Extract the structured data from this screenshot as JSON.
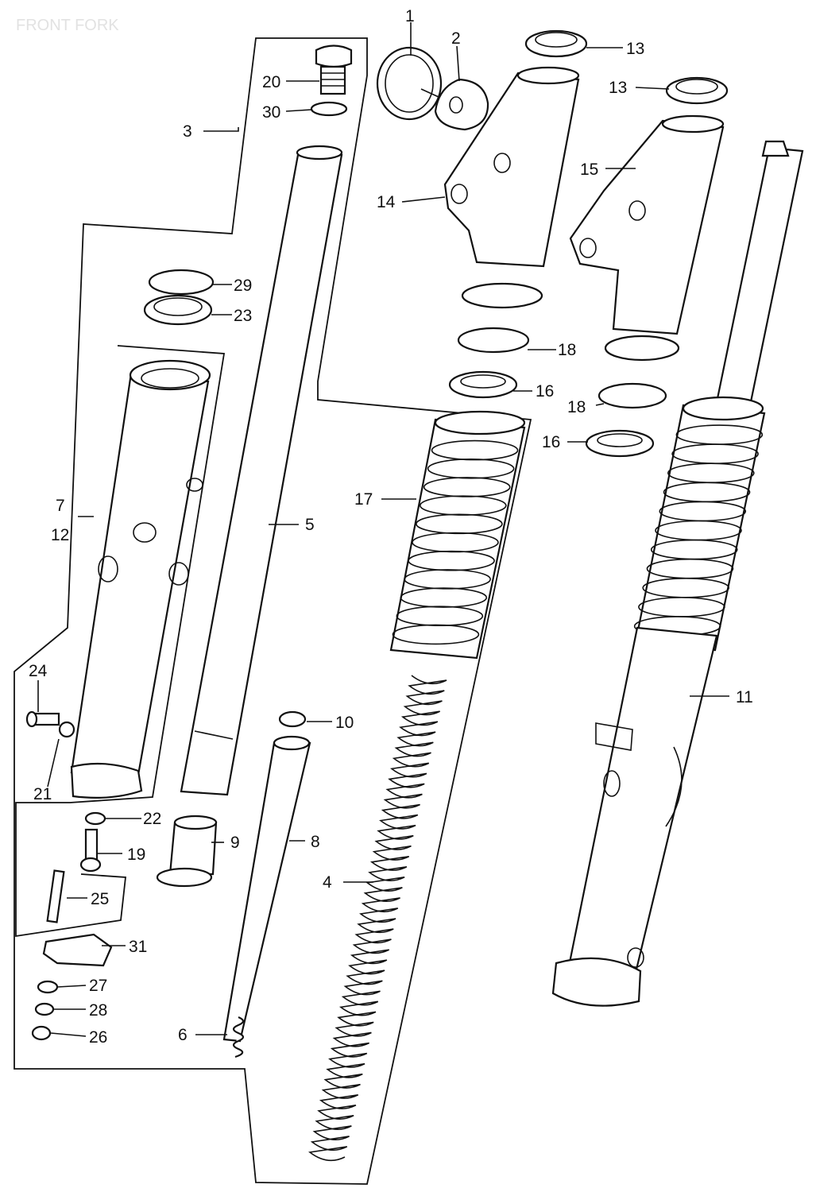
{
  "title": "FRONT FORK",
  "callouts": [
    {
      "n": "1"
    },
    {
      "n": "2"
    },
    {
      "n": "3"
    },
    {
      "n": "4"
    },
    {
      "n": "5"
    },
    {
      "n": "6"
    },
    {
      "n": "7"
    },
    {
      "n": "8"
    },
    {
      "n": "9"
    },
    {
      "n": "10"
    },
    {
      "n": "11"
    },
    {
      "n": "12"
    },
    {
      "n": "13"
    },
    {
      "n": "13"
    },
    {
      "n": "14"
    },
    {
      "n": "15"
    },
    {
      "n": "16"
    },
    {
      "n": "16"
    },
    {
      "n": "17"
    },
    {
      "n": "18"
    },
    {
      "n": "18"
    },
    {
      "n": "19"
    },
    {
      "n": "20"
    },
    {
      "n": "21"
    },
    {
      "n": "22"
    },
    {
      "n": "23"
    },
    {
      "n": "24"
    },
    {
      "n": "25"
    },
    {
      "n": "26"
    },
    {
      "n": "27"
    },
    {
      "n": "28"
    },
    {
      "n": "29"
    },
    {
      "n": "30"
    },
    {
      "n": "31"
    }
  ]
}
